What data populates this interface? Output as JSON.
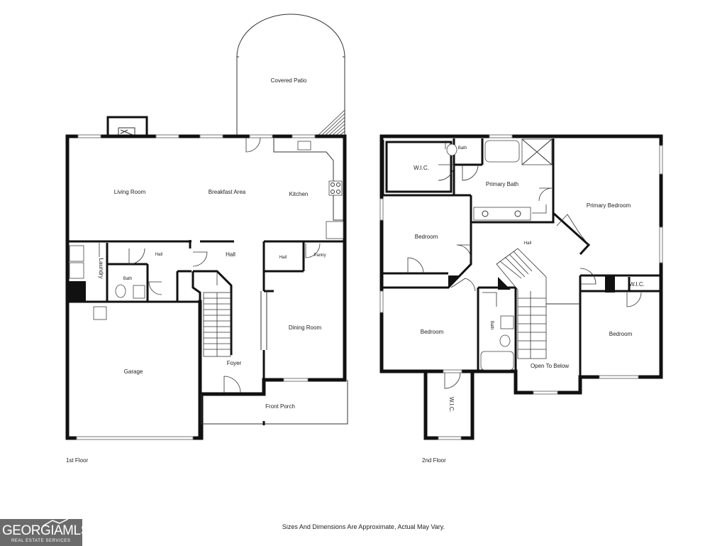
{
  "floor_plans": {
    "first_floor": {
      "caption": "1st Floor",
      "rooms": {
        "covered_patio": "Covered Patio",
        "living_room": "Living Room",
        "breakfast_area": "Breakfast Area",
        "kitchen": "Kitchen",
        "laundry": "Laundry",
        "hall_small": "Hall",
        "bath": "Bath",
        "hall": "Hall",
        "hall_pantry": "Hall",
        "pantry": "Pantry",
        "dining_room": "Dining Room",
        "garage": "Garage",
        "foyer": "Foyer",
        "front_porch": "Front Porch"
      }
    },
    "second_floor": {
      "caption": "2nd Floor",
      "rooms": {
        "wic_top": "W.I.C.",
        "bath_top": "Bath",
        "primary_bath": "Primary Bath",
        "primary_bedroom": "Primary Bedroom",
        "bedroom_left": "Bedroom",
        "hall": "Hall",
        "bedroom_lower": "Bedroom",
        "bath_mid": "Bath",
        "open_to_below": "Open To Below",
        "wic_right": "W.I.C.",
        "bedroom_right": "Bedroom",
        "wic_bottom": "W.I.C."
      }
    }
  },
  "disclaimer": "Sizes And Dimensions Are Approximate, Actual May Vary.",
  "logo": {
    "text": "GEORGIAMLS",
    "subtext": "REAL ESTATE SERVICES",
    "bg_color": "#6b6b6b"
  }
}
